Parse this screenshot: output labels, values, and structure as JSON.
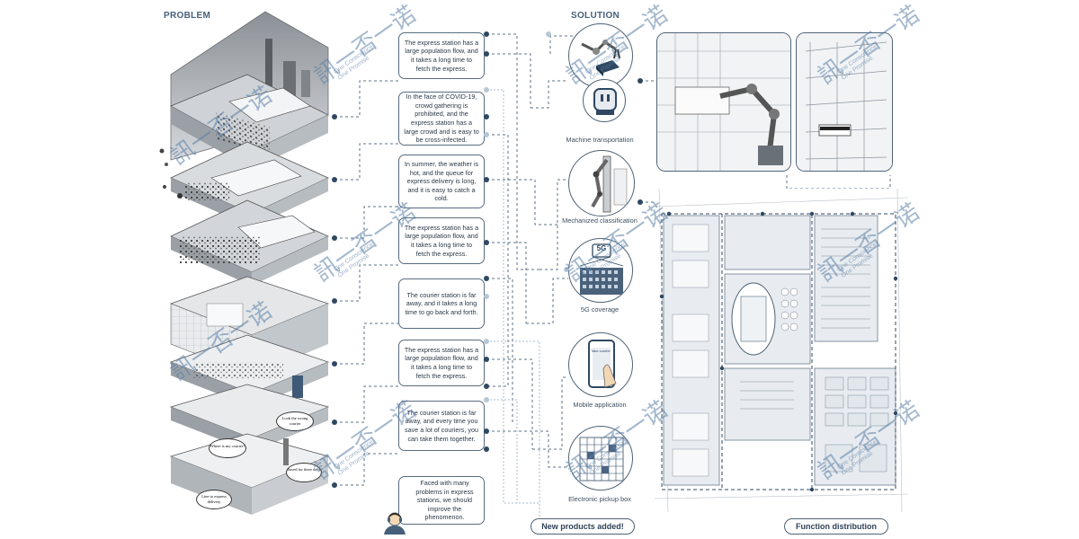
{
  "headings": {
    "problem": "PROBLEM",
    "solution": "SOLUTION"
  },
  "problems": [
    {
      "text": "The express station has a large population flow, and it takes a long time to fetch the express."
    },
    {
      "text": "In the face of COVID-19, crowd gathering is prohibited, and the express station has a large crowd and is easy to be cross-infected."
    },
    {
      "text": "In summer, the weather is hot, and the queue for express delivery is long, and it is easy to catch a cold."
    },
    {
      "text": "The express station has a large population flow, and it takes a long time to fetch the express."
    },
    {
      "text": "The courier station is far away, and it takes a long time to go back and forth."
    },
    {
      "text": "The express station has a large population flow, and it takes a long time to fetch the express."
    },
    {
      "text": "The courier station is far away, and every time you save a lot of couriers, you can take them together."
    }
  ],
  "conclusion": {
    "text": "Faced with many problems in express stations, we should improve the phenomenon."
  },
  "solutions": [
    {
      "label": "",
      "icon": "robot-arm-icon"
    },
    {
      "label": "Machine transportation",
      "icon": "robot-face-icon"
    },
    {
      "label": "Mechanized classification",
      "icon": "sorting-arm-icon"
    },
    {
      "label": "5G coverage",
      "icon": "5g-building-icon",
      "badge": "5G"
    },
    {
      "label": "Mobile application",
      "icon": "phone-app-icon",
      "screen_text": "Take courier"
    },
    {
      "label": "Electronic pickup box",
      "icon": "locker-grid-icon"
    }
  ],
  "tags": {
    "new_products": "New products added!",
    "function_distribution": "Function distribution"
  },
  "speech_bubbles": [
    "Look the wrong courier",
    "Where is my courier?",
    "Saved for three days",
    "Line to express delivery"
  ],
  "watermark": {
    "chars": "訊一否一诺",
    "line1": "One Conscience",
    "line2": "One Promise"
  },
  "colors": {
    "accent": "#46607a",
    "dark_dot": "#2f4862",
    "light_dot": "#b8c7d6",
    "watermark": "#5a7fa6"
  }
}
